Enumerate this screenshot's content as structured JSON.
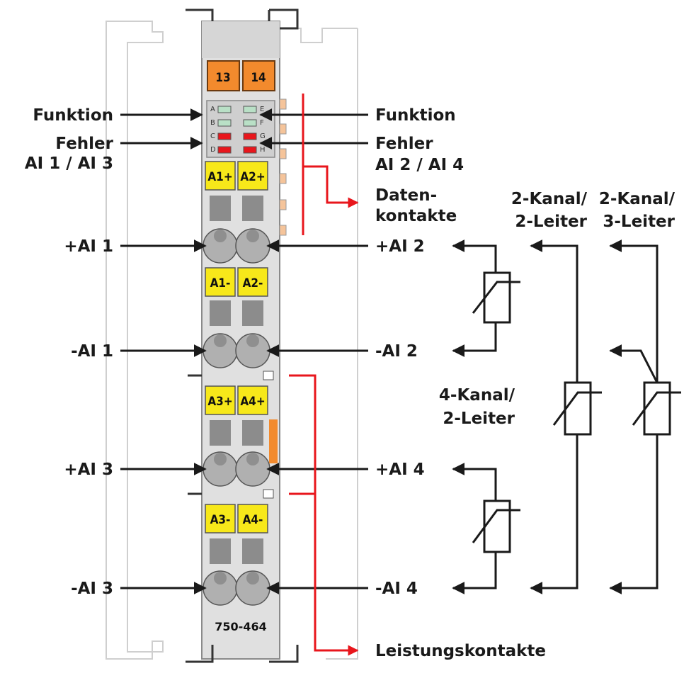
{
  "labels": {
    "funktion_left": "Funktion",
    "fehler_left_1": "Fehler",
    "fehler_left_2": "AI 1 / AI 3",
    "funktion_right": "Funktion",
    "fehler_right_1": "Fehler",
    "fehler_right_2": "AI 2 / AI 4",
    "daten_1": "Daten-",
    "daten_2": "kontakte",
    "leistung": "Leistungskontakte",
    "ai1_pos": "+AI 1",
    "ai1_neg": "-AI 1",
    "ai3_pos": "+AI 3",
    "ai3_neg": "-AI 3",
    "ai2_pos": "+AI 2",
    "ai2_neg": "-AI 2",
    "ai4_pos": "+AI 4",
    "ai4_neg": "-AI 4",
    "k2l2_1": "2-Kanal/",
    "k2l2_2": "2-Leiter",
    "k2l3_1": "2-Kanal/",
    "k2l3_2": "3-Leiter",
    "k4l2_1": "4-Kanal/",
    "k4l2_2": "2-Leiter"
  },
  "module": {
    "model": "750-464",
    "top_connectors": [
      "13",
      "14"
    ],
    "leds_left": [
      "A",
      "B",
      "C",
      "D"
    ],
    "leds_right": [
      "E",
      "F",
      "G",
      "H"
    ],
    "terminals": [
      "A1+",
      "A2+",
      "A1-",
      "A2-",
      "A3+",
      "A4+",
      "A3-",
      "A4-"
    ]
  },
  "colors": {
    "module_body": "#e0e0e0",
    "terminal_label": "#f7e81a",
    "connector_orange": "#f28a2d",
    "led_green": "#b9e0c6",
    "led_red": "#e8161c",
    "leader_red": "#e8161c"
  }
}
